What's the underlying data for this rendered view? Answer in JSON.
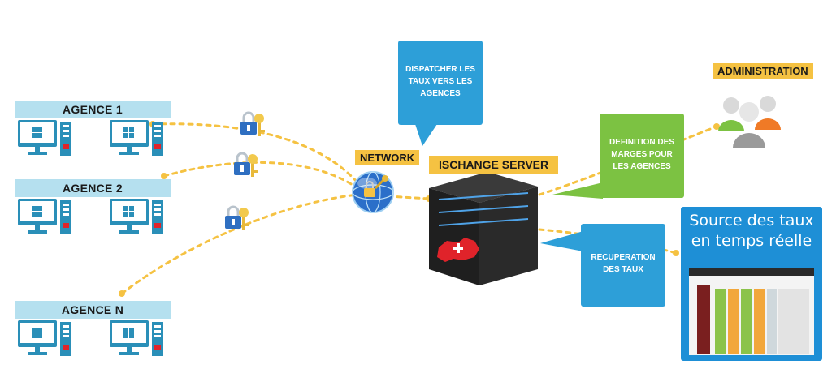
{
  "agences": [
    {
      "label": "AGENCE 1"
    },
    {
      "label": "AGENCE 2"
    },
    {
      "label": "AGENCE N"
    }
  ],
  "network": {
    "label": "NETWORK"
  },
  "server": {
    "label": "ISCHANGE SERVER"
  },
  "administration": {
    "label": "ADMINISTRATION"
  },
  "callouts": {
    "dispatcher": "DISPATCHER LES TAUX VERS LES AGENCES",
    "definition": "DEFINITION DES MARGES POUR LES AGENCES",
    "recuperation": "RECUPERATION DES TAUX"
  },
  "source": {
    "title": "Source des taux en temps réelle"
  },
  "colors": {
    "link": "#f5c242",
    "callout_blue": "#2d9fd8",
    "callout_green": "#7cc242",
    "agence_bar": "#b5e0ef",
    "source_panel": "#1e8fd6"
  }
}
